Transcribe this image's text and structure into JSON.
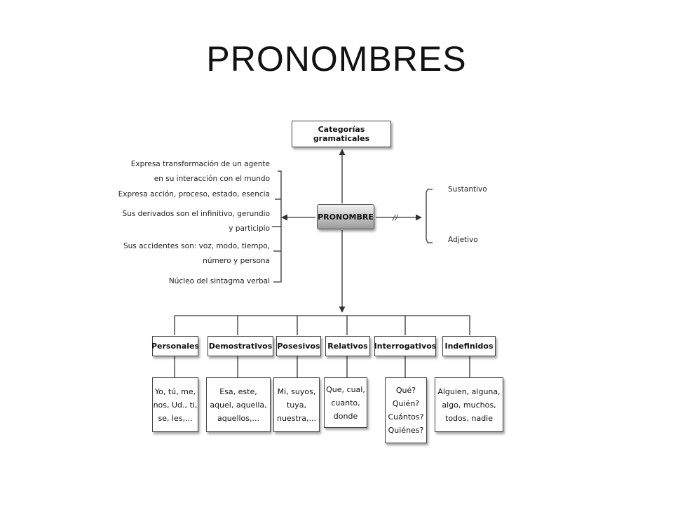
{
  "title": "PRONOMBRES",
  "center": "PRONOMBRE",
  "top_box": "Categorías gramaticales",
  "left_items": [
    "Expresa transformación de un agente",
    "en su interacción con el mundo",
    "Expresa acción, proceso, estado, esencia",
    "Sus derivados son el infinitivo, gerundio",
    "y participio",
    "Sus accidentes son: voz, modo, tiempo,",
    "número y persona",
    "Núcleo del sintagma verbal"
  ],
  "right_connector": "//",
  "right_items": [
    "Sustantivo",
    "Adjetivo"
  ],
  "categories": [
    {
      "name": "Personales",
      "examples": [
        "Yo, tú, me,",
        "nos, Ud., ti,",
        "se, les,..."
      ]
    },
    {
      "name": "Demostrativos",
      "examples": [
        "Esa, este,",
        "aquel, aquella,",
        "aquellos,..."
      ]
    },
    {
      "name": "Posesivos",
      "examples": [
        "Mi, suyos,",
        "tuya,",
        "nuestra,..."
      ]
    },
    {
      "name": "Relativos",
      "examples": [
        "Que, cual,",
        "cuanto,",
        "donde"
      ]
    },
    {
      "name": "Interrogativos",
      "examples": [
        "Qué?",
        "Quién?",
        "Cuántos?",
        "Quiénes?"
      ]
    },
    {
      "name": "Indefinidos",
      "examples": [
        "Alguien, alguna,",
        "algo, muchos,",
        "todos, nadie"
      ]
    }
  ]
}
